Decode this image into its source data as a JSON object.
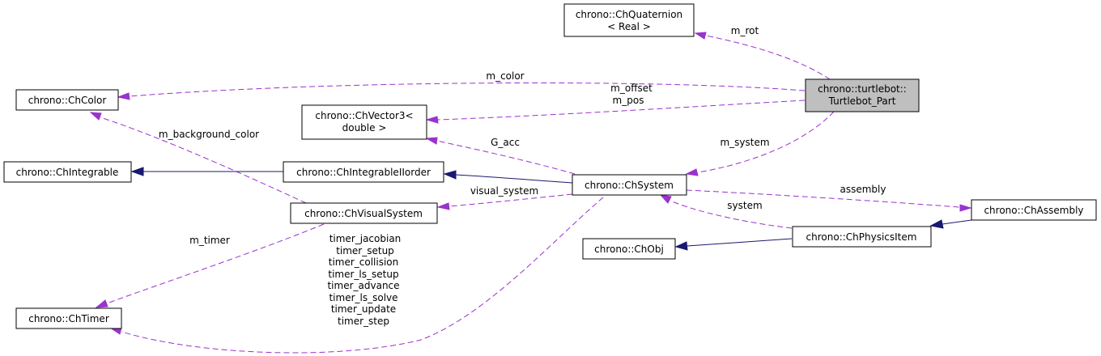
{
  "diagram": {
    "nodes": {
      "quaternion": [
        "chrono::ChQuaternion",
        "< Real >"
      ],
      "turtlebot_part": [
        "chrono::turtlebot::",
        "Turtlebot_Part"
      ],
      "color": [
        "chrono::ChColor"
      ],
      "vector3": [
        "chrono::ChVector3<",
        "double >"
      ],
      "integrable": [
        "chrono::ChIntegrable"
      ],
      "integrable_iiorder": [
        "chrono::ChIntegrableIIorder"
      ],
      "system": [
        "chrono::ChSystem"
      ],
      "visual_system": [
        "chrono::ChVisualSystem"
      ],
      "assembly": [
        "chrono::ChAssembly"
      ],
      "physics_item": [
        "chrono::ChPhysicsItem"
      ],
      "obj": [
        "chrono::ChObj"
      ],
      "timer": [
        "chrono::ChTimer"
      ]
    },
    "edge_labels": {
      "m_rot": "m_rot",
      "m_color": "m_color",
      "m_offset_pos": [
        "m_offset",
        "m_pos"
      ],
      "m_background_color": "m_background_color",
      "g_acc": "G_acc",
      "m_system": "m_system",
      "visual_system": "visual_system",
      "assembly": "assembly",
      "system": "system",
      "m_timer": "m_timer",
      "timers": [
        "timer_jacobian",
        "timer_setup",
        "timer_collision",
        "timer_ls_setup",
        "timer_advance",
        "timer_ls_solve",
        "timer_update",
        "timer_step"
      ]
    },
    "colors": {
      "usage_edge": "#9a32cd",
      "inheritance_edge": "#191970",
      "highlight_fill": "#bfbfbf"
    }
  }
}
